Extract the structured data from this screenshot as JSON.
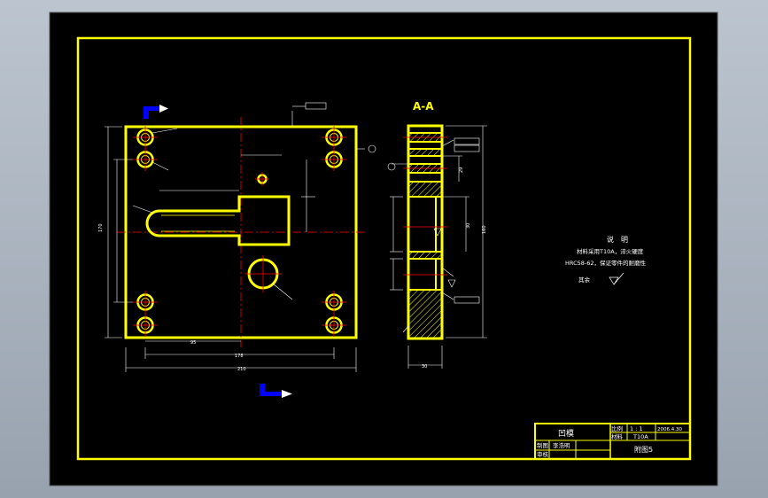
{
  "section_label": "A-A",
  "notes": {
    "title": "说　明",
    "line1": "材料采用T10A，淬火硬度",
    "line2": "HRC58-62，保证零件的耐磨性",
    "line3": "其余"
  },
  "title_block": {
    "part_name": "凹模",
    "scale_label": "比例",
    "scale_value": "1 : 1",
    "date": "2006.4.30",
    "material_label": "材料",
    "material_value": "T10A",
    "drawn_by_label": "制图",
    "drawn_by": "李浩明",
    "checked_label": "审核",
    "drawing_no": "附图5"
  },
  "dims": {
    "width_total": "210",
    "width_inner": "178",
    "width_small": "95",
    "height_left": "170",
    "height_thk": "30",
    "dim_160": "160",
    "dim_30a": "30",
    "dim_29": "29"
  },
  "colors": {
    "screen": "#000000",
    "frame": "#ffff00",
    "dims": "#ffffff",
    "center": "#ff0000",
    "hatch": "#ffff00",
    "arrow": "#0000ff"
  }
}
